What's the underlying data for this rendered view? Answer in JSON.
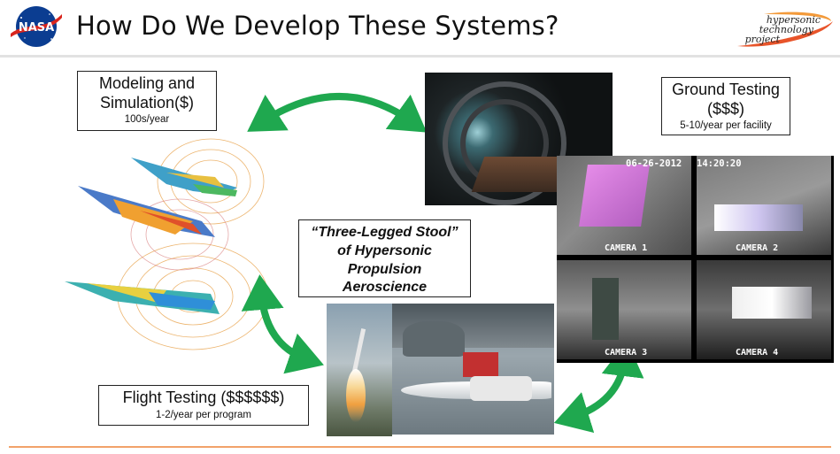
{
  "header": {
    "title": "How Do We Develop These Systems?",
    "nasa_logo_text": "NASA",
    "project_logo_lines": [
      "hypersonic",
      "technology",
      "project"
    ]
  },
  "modeling": {
    "label": "Modeling and Simulation($)",
    "sub": "100s/year"
  },
  "ground": {
    "label": "Ground Testing ($$$)",
    "sub": "5-10/year per facility"
  },
  "flight": {
    "label": "Flight Testing ($$$$$$)",
    "sub": "1-2/year per program"
  },
  "stool": {
    "line1": "“Three-Legged Stool”",
    "line2": "of Hypersonic",
    "line3": "Propulsion",
    "line4": "Aeroscience"
  },
  "cameras": {
    "date": "06-26-2012",
    "time": "14:20:20",
    "labels": [
      "CAMERA 1",
      "CAMERA 2",
      "CAMERA 3",
      "CAMERA 4"
    ]
  },
  "colors": {
    "arrow": "#1fa84f",
    "bottom_rule": "#f2a26a",
    "nasa_blue": "#0b3d91",
    "nasa_red": "#d9251d",
    "project_swoosh": "#e8542a"
  }
}
